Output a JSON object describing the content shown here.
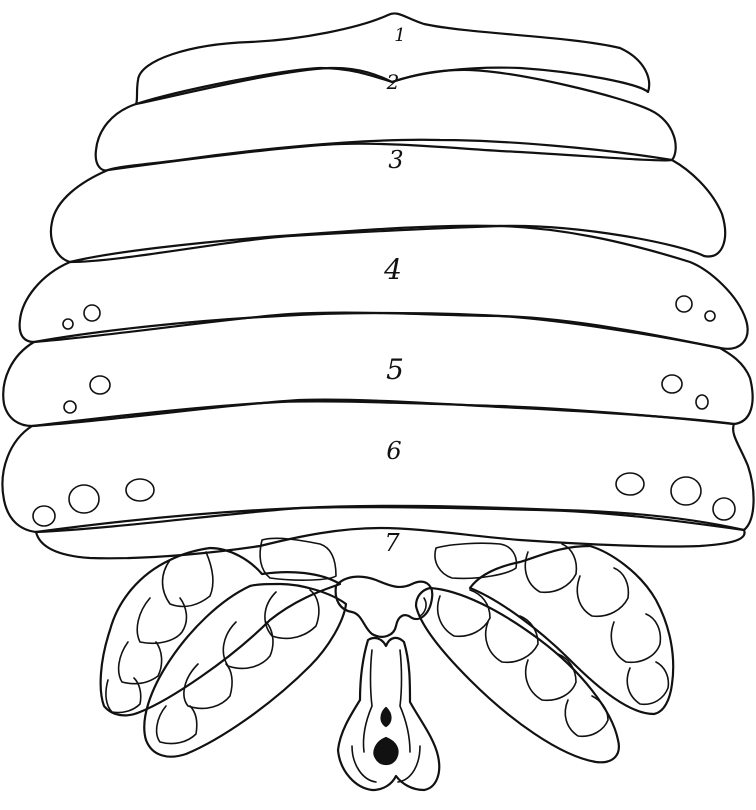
{
  "figure": {
    "segments": [
      {
        "label": "1"
      },
      {
        "label": "2"
      },
      {
        "label": "3"
      },
      {
        "label": "4"
      },
      {
        "label": "5"
      },
      {
        "label": "6"
      },
      {
        "label": "7"
      }
    ],
    "line_color": "#111111",
    "background": "#ffffff"
  }
}
